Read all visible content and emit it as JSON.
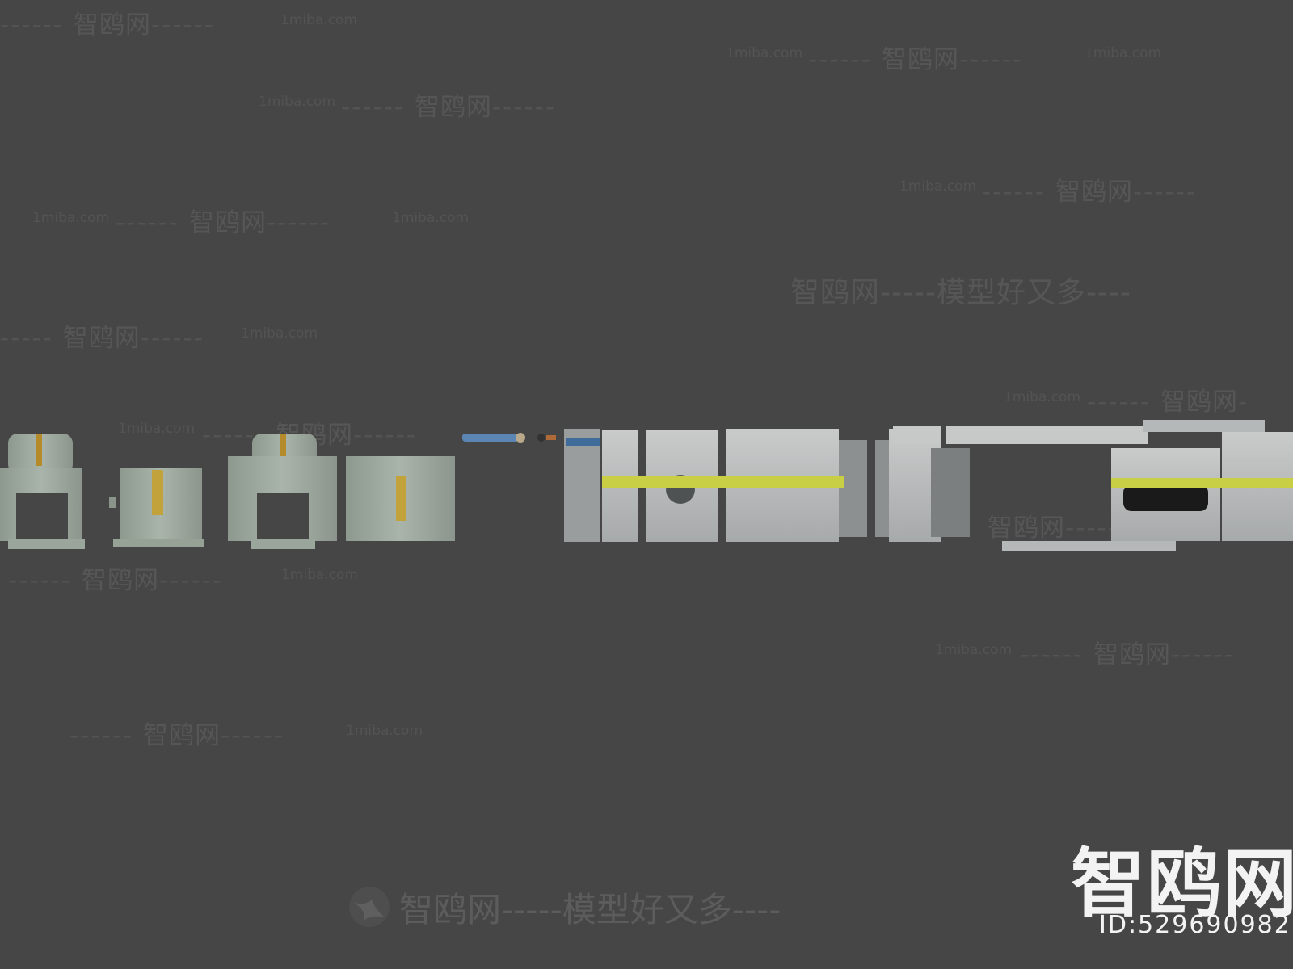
{
  "watermarks": {
    "brand": "智鸥网",
    "domain": "1miba.com",
    "slogan_line": "智鸥网-----模型好又多----"
  },
  "logo": {
    "text": "智鸥网",
    "id_label": "ID:529690982"
  },
  "colors": {
    "background": "#464646",
    "concrete": "#b9bcbc",
    "stripe_yellow": "#c9cf45",
    "door_green": "#9da99e",
    "logo_white": "#f3f3f3"
  },
  "icons": {
    "bird": "bird-logo-icon"
  }
}
